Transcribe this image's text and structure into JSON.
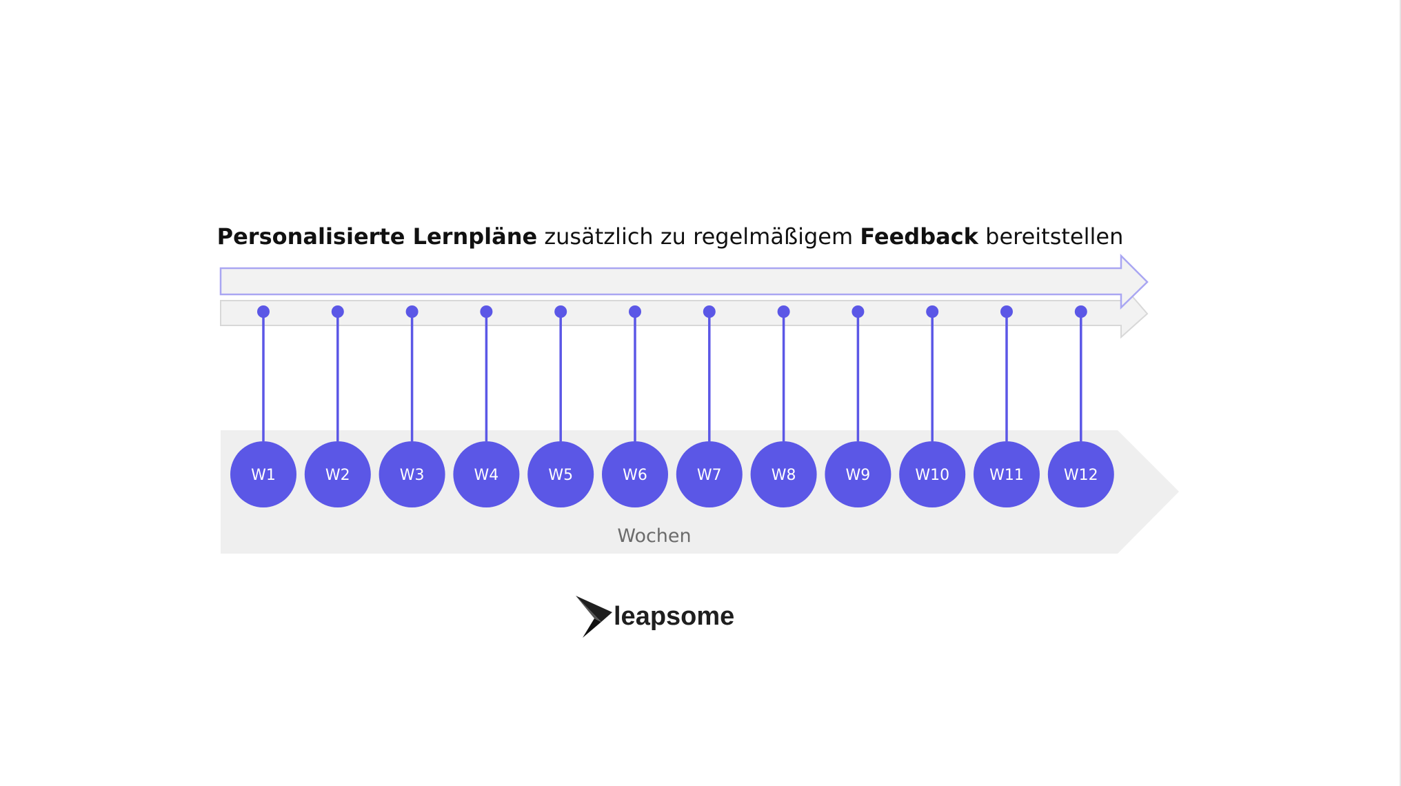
{
  "headline": {
    "part1_bold": "Personalisierte Lernpläne",
    "part2": " zusätzlich zu regelmäßigem ",
    "part3_bold": "Feedback",
    "part4": " bereitstellen"
  },
  "band_label": "Wochen",
  "weeks": [
    "W1",
    "W2",
    "W3",
    "W4",
    "W5",
    "W6",
    "W7",
    "W8",
    "W9",
    "W10",
    "W11",
    "W12"
  ],
  "logo": {
    "text": "leapsome",
    "icon": "bird-icon"
  },
  "colors": {
    "accent": "#5b57e6",
    "arrow_outline": "#a9a6f2",
    "band_fill": "#efefef",
    "arrow_fill": "#f2f2f2",
    "band_text": "#6b6b6b",
    "headline_text": "#111111"
  }
}
